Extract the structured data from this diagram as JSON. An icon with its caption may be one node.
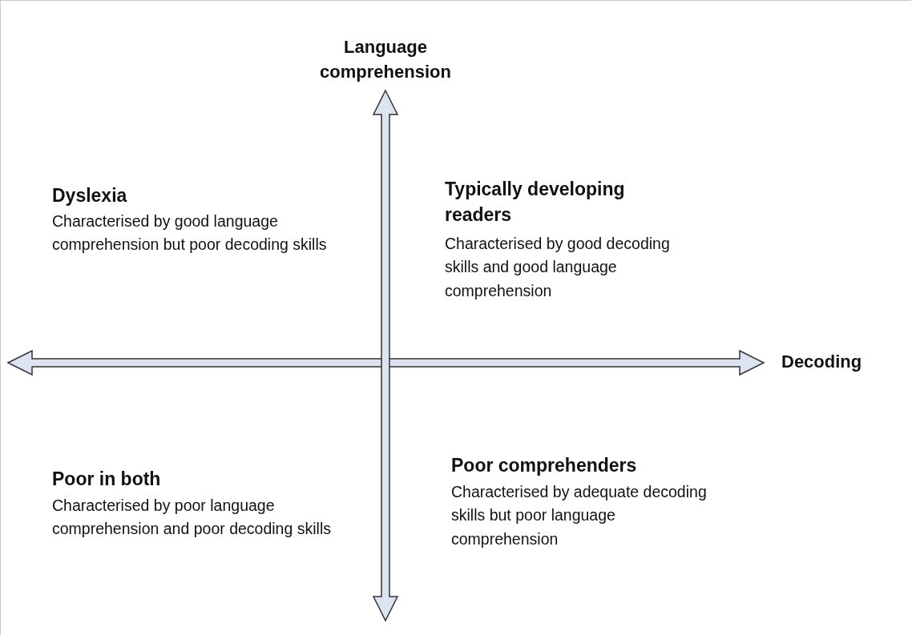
{
  "diagram": {
    "labels": [
      "Language comprehension",
      "Dyslexia",
      "Characterised by good language comprehension but poor decoding skills",
      "Typically developing readers",
      "Characterised by good decoding skills and good language comprehension",
      "Decoding",
      "Poor in both",
      "Characterised by poor language comprehension and poor decoding skills",
      "Poor comprehenders",
      "Characterised by adequate decoding skills but poor language comprehension"
    ]
  }
}
